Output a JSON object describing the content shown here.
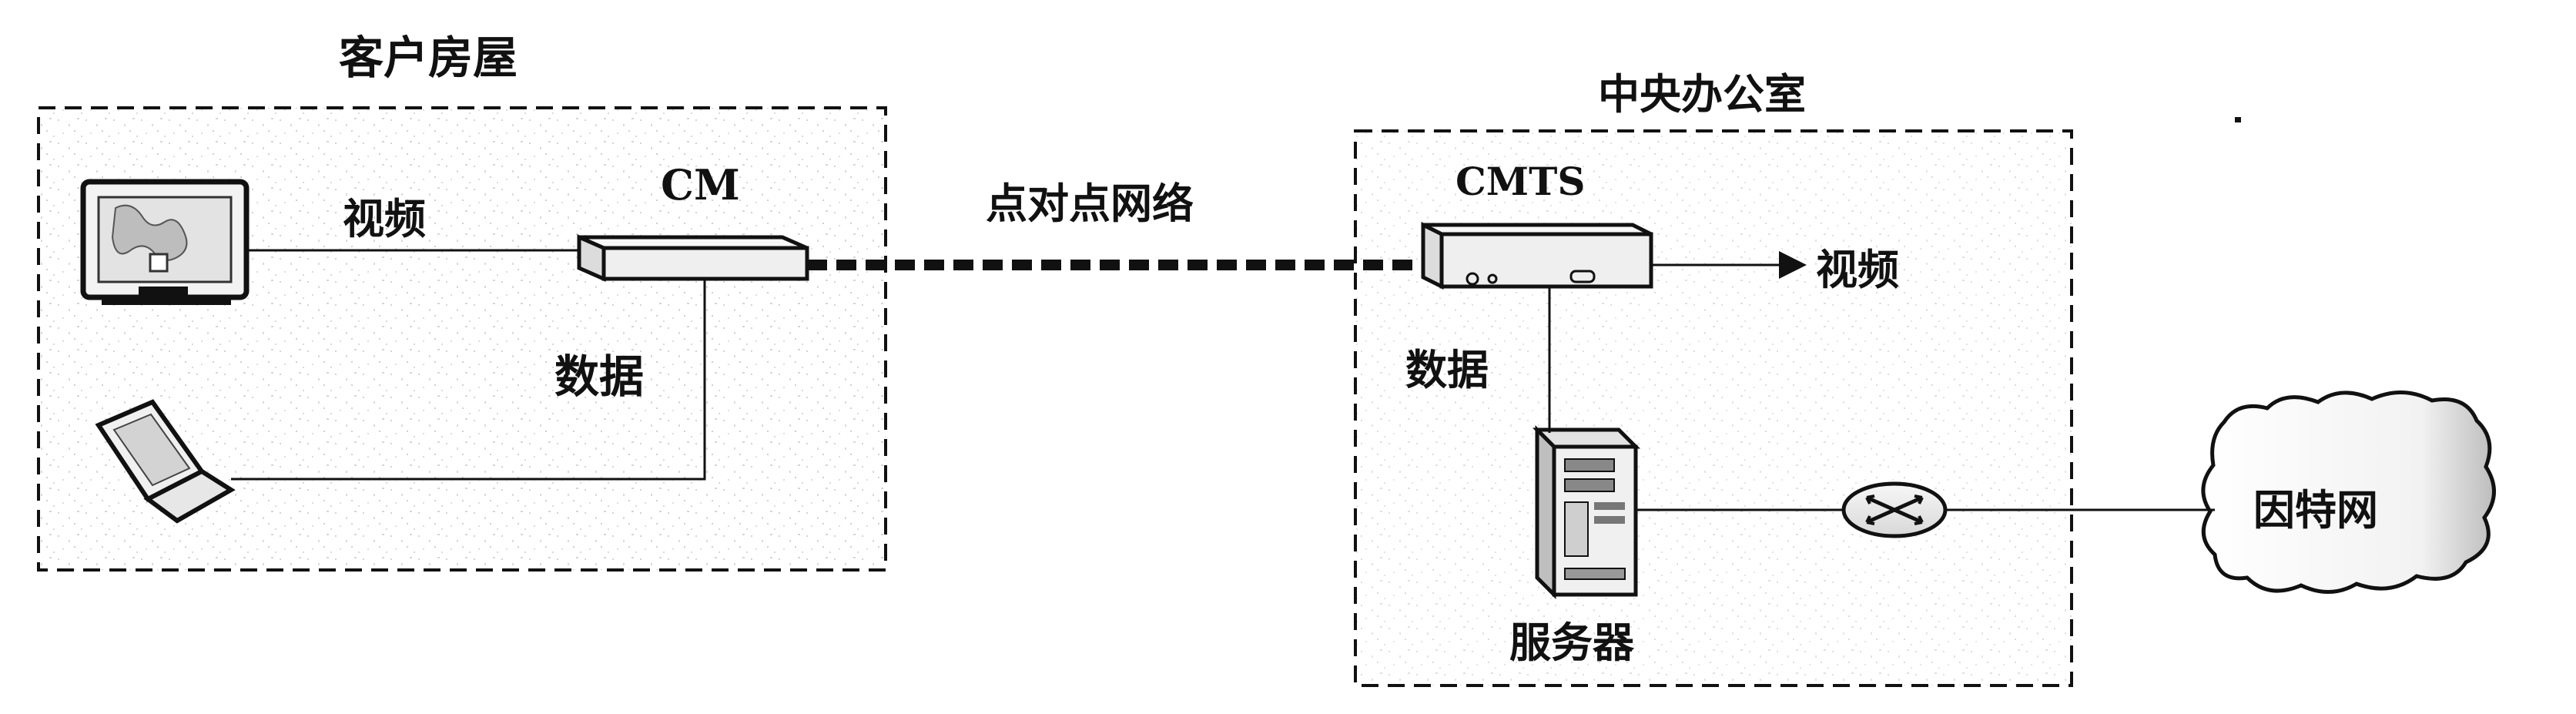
{
  "customer_premises": {
    "title": "客户房屋",
    "video_label": "视频",
    "data_label": "数据",
    "modem_label": "CM"
  },
  "network": {
    "link_label": "点对点网络"
  },
  "central_office": {
    "title": "中央办公室",
    "cmts_label": "CMTS",
    "video_out_label": "视频",
    "data_label": "数据",
    "server_label": "服务器"
  },
  "internet": {
    "label": "因特网"
  },
  "colors": {
    "ink": "#111111",
    "noise": "#cfcfcf",
    "device_body": "#f4f4f4",
    "cloud_shade": "#d9d9d9"
  }
}
